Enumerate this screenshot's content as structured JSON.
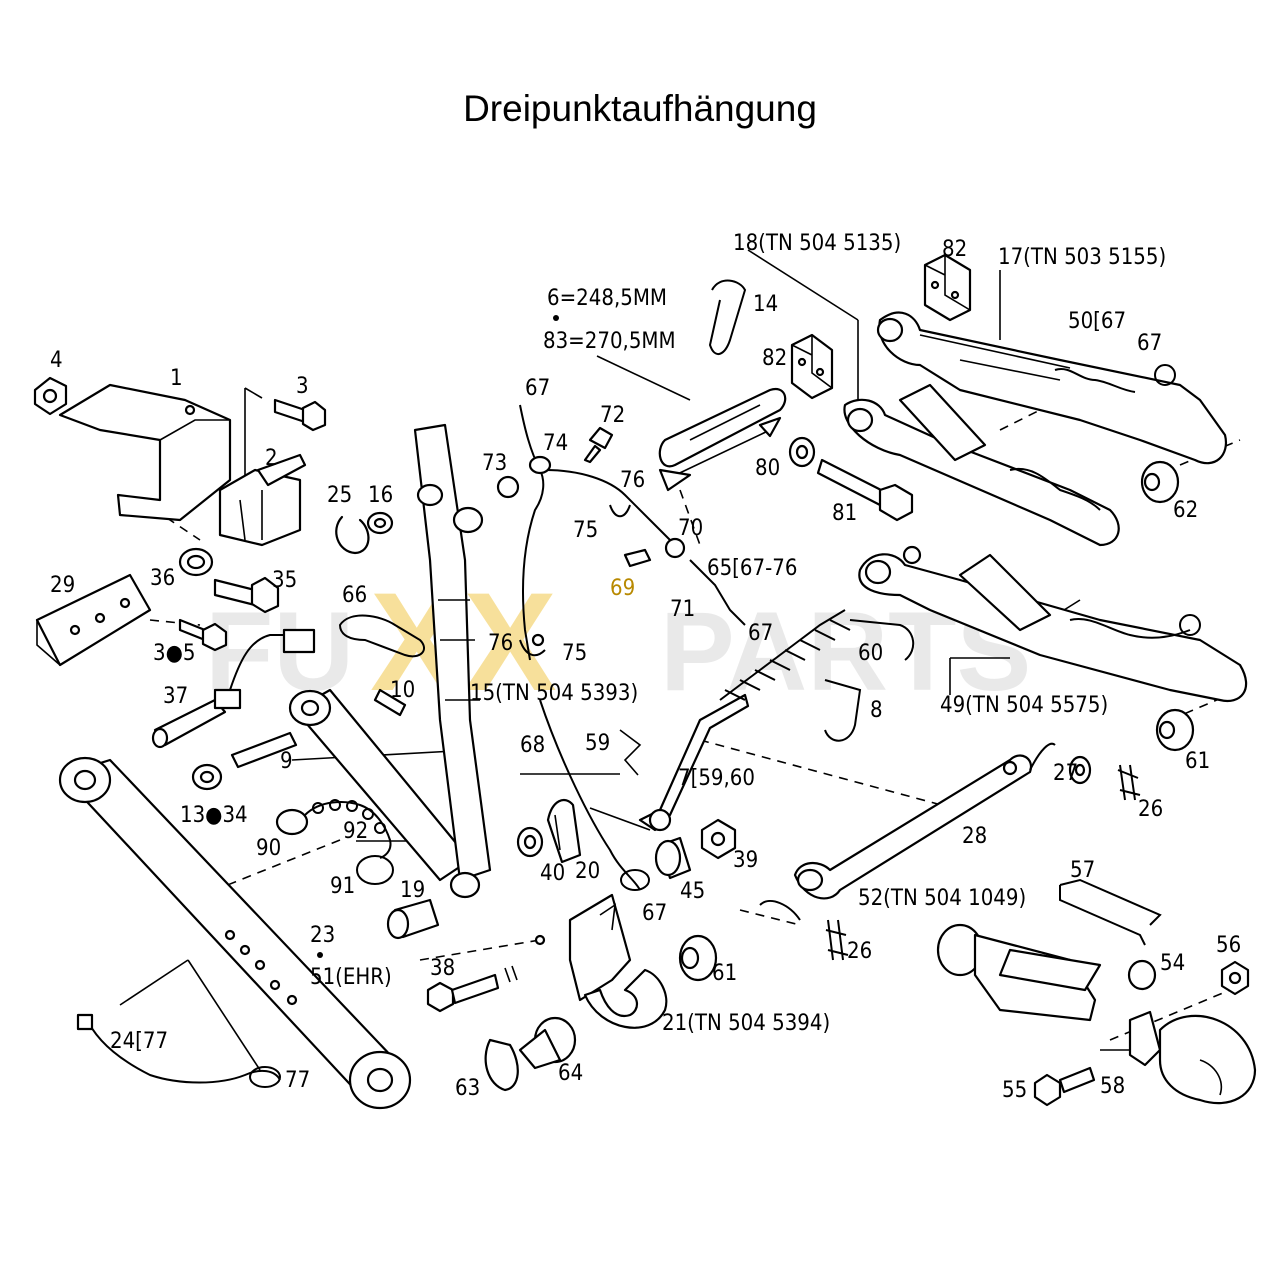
{
  "title": "Dreipunktaufhängung",
  "watermark": {
    "left": "FU",
    "mid": "XX",
    "right": "PARTS",
    "color_gray": "#d8d8d8",
    "color_accent": "#f2c84b"
  },
  "labels": {
    "l1": "1",
    "l2": "2",
    "l3": "3",
    "l3_5": "3●5",
    "l4": "4",
    "l6": "6=248,5MM",
    "l83": "83=270,5MM",
    "l7": "7[59,60",
    "l8": "8",
    "l9": "9",
    "l10": "10",
    "l13": "13●34",
    "l14": "14",
    "l15": "15(TN 504 5393)",
    "l16": "16",
    "l17": "17(TN 503 5155)",
    "l18": "18(TN 504 5135)",
    "l19": "19",
    "l20": "20",
    "l21": "21(TN 504 5394)",
    "l23": "23",
    "l51": "51(EHR)",
    "l24": "24[77",
    "l25": "25",
    "l26a": "26",
    "l26b": "26",
    "l27": "27",
    "l28": "28",
    "l29": "29",
    "l35": "35",
    "l36": "36",
    "l37": "37",
    "l38": "38",
    "l39": "39",
    "l40": "40",
    "l45": "45",
    "l49": "49(TN 504 5575)",
    "l50": "50[67",
    "l52": "52(TN 504 1049)",
    "l54": "54",
    "l55": "55",
    "l56": "56",
    "l57": "57",
    "l58": "58",
    "l59": "59",
    "l60": "60",
    "l61a": "61",
    "l61b": "61",
    "l62": "62",
    "l63": "63",
    "l64": "64",
    "l65": "65[67-76",
    "l66": "66",
    "l67a": "67",
    "l67b": "67",
    "l67c": "67",
    "l67d": "67",
    "l68": "68",
    "l69": "69",
    "l70": "70",
    "l71": "71",
    "l72": "72",
    "l73": "73",
    "l74": "74",
    "l75a": "75",
    "l75b": "75",
    "l76a": "76",
    "l76b": "76",
    "l77": "77",
    "l80": "80",
    "l81": "81",
    "l82a": "82",
    "l82b": "82",
    "l90": "90",
    "l91": "91",
    "l92": "92"
  }
}
